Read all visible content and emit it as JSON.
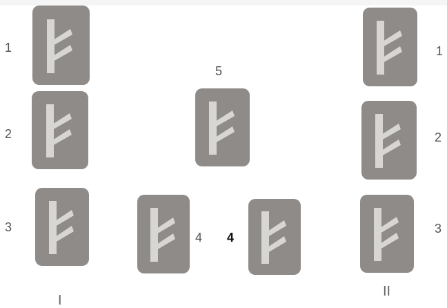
{
  "stones": [
    {
      "id": "left-1",
      "position_label": "1",
      "rune": "fehu-rune"
    },
    {
      "id": "left-2",
      "position_label": "2",
      "rune": "fehu-rune"
    },
    {
      "id": "left-3",
      "position_label": "3",
      "rune": "fehu-rune"
    },
    {
      "id": "center-5",
      "position_label": "5",
      "rune": "fehu-rune"
    },
    {
      "id": "center-left-4",
      "position_label": "4",
      "rune": "fehu-rune"
    },
    {
      "id": "center-right-4",
      "position_label": "4",
      "rune": "fehu-rune"
    },
    {
      "id": "right-1",
      "position_label": "1",
      "rune": "fehu-rune"
    },
    {
      "id": "right-2",
      "position_label": "2",
      "rune": "fehu-rune"
    },
    {
      "id": "right-3",
      "position_label": "3",
      "rune": "fehu-rune"
    }
  ],
  "column_labels": {
    "left": "I",
    "right": "II"
  },
  "colors": {
    "stone": "#8f8b88",
    "rune": "#d8d6d3",
    "label_text": "#555555"
  }
}
